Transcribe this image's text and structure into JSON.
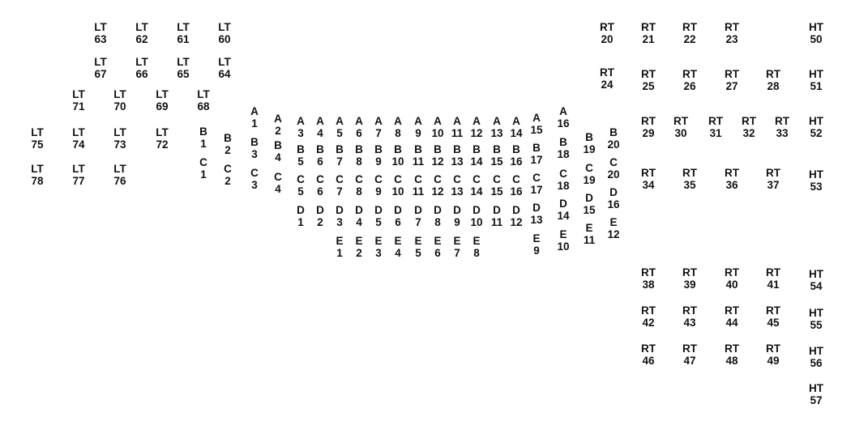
{
  "colors": {
    "background": "#ffffff",
    "text": "#111111"
  },
  "seats": {
    "lt60": {
      "row": "LT",
      "num": "60"
    },
    "lt61": {
      "row": "LT",
      "num": "61"
    },
    "lt62": {
      "row": "LT",
      "num": "62"
    },
    "lt63": {
      "row": "LT",
      "num": "63"
    },
    "lt64": {
      "row": "LT",
      "num": "64"
    },
    "lt65": {
      "row": "LT",
      "num": "65"
    },
    "lt66": {
      "row": "LT",
      "num": "66"
    },
    "lt67": {
      "row": "LT",
      "num": "67"
    },
    "lt68": {
      "row": "LT",
      "num": "68"
    },
    "lt69": {
      "row": "LT",
      "num": "69"
    },
    "lt70": {
      "row": "LT",
      "num": "70"
    },
    "lt71": {
      "row": "LT",
      "num": "71"
    },
    "lt72": {
      "row": "LT",
      "num": "72"
    },
    "lt73": {
      "row": "LT",
      "num": "73"
    },
    "lt74": {
      "row": "LT",
      "num": "74"
    },
    "lt75": {
      "row": "LT",
      "num": "75"
    },
    "lt76": {
      "row": "LT",
      "num": "76"
    },
    "lt77": {
      "row": "LT",
      "num": "77"
    },
    "lt78": {
      "row": "LT",
      "num": "78"
    },
    "a1": {
      "row": "A",
      "num": "1"
    },
    "a2": {
      "row": "A",
      "num": "2"
    },
    "a3": {
      "row": "A",
      "num": "3"
    },
    "a4": {
      "row": "A",
      "num": "4"
    },
    "a5": {
      "row": "A",
      "num": "5"
    },
    "a6": {
      "row": "A",
      "num": "6"
    },
    "a7": {
      "row": "A",
      "num": "7"
    },
    "a8": {
      "row": "A",
      "num": "8"
    },
    "a9": {
      "row": "A",
      "num": "9"
    },
    "a10": {
      "row": "A",
      "num": "10"
    },
    "a11": {
      "row": "A",
      "num": "11"
    },
    "a12": {
      "row": "A",
      "num": "12"
    },
    "a13": {
      "row": "A",
      "num": "13"
    },
    "a14": {
      "row": "A",
      "num": "14"
    },
    "a15": {
      "row": "A",
      "num": "15"
    },
    "a16": {
      "row": "A",
      "num": "16"
    },
    "b1": {
      "row": "B",
      "num": "1"
    },
    "b2": {
      "row": "B",
      "num": "2"
    },
    "b3": {
      "row": "B",
      "num": "3"
    },
    "b4": {
      "row": "B",
      "num": "4"
    },
    "b5": {
      "row": "B",
      "num": "5"
    },
    "b6": {
      "row": "B",
      "num": "6"
    },
    "b7": {
      "row": "B",
      "num": "7"
    },
    "b8": {
      "row": "B",
      "num": "8"
    },
    "b9": {
      "row": "B",
      "num": "9"
    },
    "b10": {
      "row": "B",
      "num": "10"
    },
    "b11": {
      "row": "B",
      "num": "11"
    },
    "b12": {
      "row": "B",
      "num": "12"
    },
    "b13": {
      "row": "B",
      "num": "13"
    },
    "b14": {
      "row": "B",
      "num": "14"
    },
    "b15": {
      "row": "B",
      "num": "15"
    },
    "b16": {
      "row": "B",
      "num": "16"
    },
    "b17": {
      "row": "B",
      "num": "17"
    },
    "b18": {
      "row": "B",
      "num": "18"
    },
    "b19": {
      "row": "B",
      "num": "19"
    },
    "b20": {
      "row": "B",
      "num": "20"
    },
    "c1": {
      "row": "C",
      "num": "1"
    },
    "c2": {
      "row": "C",
      "num": "2"
    },
    "c3": {
      "row": "C",
      "num": "3"
    },
    "c4": {
      "row": "C",
      "num": "4"
    },
    "c5": {
      "row": "C",
      "num": "5"
    },
    "c6": {
      "row": "C",
      "num": "6"
    },
    "c7": {
      "row": "C",
      "num": "7"
    },
    "c8": {
      "row": "C",
      "num": "8"
    },
    "c9": {
      "row": "C",
      "num": "9"
    },
    "c10": {
      "row": "C",
      "num": "10"
    },
    "c11": {
      "row": "C",
      "num": "11"
    },
    "c12": {
      "row": "C",
      "num": "12"
    },
    "c13": {
      "row": "C",
      "num": "13"
    },
    "c14": {
      "row": "C",
      "num": "14"
    },
    "c15": {
      "row": "C",
      "num": "15"
    },
    "c16": {
      "row": "C",
      "num": "16"
    },
    "c17": {
      "row": "C",
      "num": "17"
    },
    "c18": {
      "row": "C",
      "num": "18"
    },
    "c19": {
      "row": "C",
      "num": "19"
    },
    "c20": {
      "row": "C",
      "num": "20"
    },
    "d1": {
      "row": "D",
      "num": "1"
    },
    "d2": {
      "row": "D",
      "num": "2"
    },
    "d3": {
      "row": "D",
      "num": "3"
    },
    "d4": {
      "row": "D",
      "num": "4"
    },
    "d5": {
      "row": "D",
      "num": "5"
    },
    "d6": {
      "row": "D",
      "num": "6"
    },
    "d7": {
      "row": "D",
      "num": "7"
    },
    "d8": {
      "row": "D",
      "num": "8"
    },
    "d9": {
      "row": "D",
      "num": "9"
    },
    "d10": {
      "row": "D",
      "num": "10"
    },
    "d11": {
      "row": "D",
      "num": "11"
    },
    "d12": {
      "row": "D",
      "num": "12"
    },
    "d13": {
      "row": "D",
      "num": "13"
    },
    "d14": {
      "row": "D",
      "num": "14"
    },
    "d15": {
      "row": "D",
      "num": "15"
    },
    "d16": {
      "row": "D",
      "num": "16"
    },
    "e1": {
      "row": "E",
      "num": "1"
    },
    "e2": {
      "row": "E",
      "num": "2"
    },
    "e3": {
      "row": "E",
      "num": "3"
    },
    "e4": {
      "row": "E",
      "num": "4"
    },
    "e5": {
      "row": "E",
      "num": "5"
    },
    "e6": {
      "row": "E",
      "num": "6"
    },
    "e7": {
      "row": "E",
      "num": "7"
    },
    "e8": {
      "row": "E",
      "num": "8"
    },
    "e9": {
      "row": "E",
      "num": "9"
    },
    "e10": {
      "row": "E",
      "num": "10"
    },
    "e11": {
      "row": "E",
      "num": "11"
    },
    "e12": {
      "row": "E",
      "num": "12"
    },
    "rt20": {
      "row": "RT",
      "num": "20"
    },
    "rt21": {
      "row": "RT",
      "num": "21"
    },
    "rt22": {
      "row": "RT",
      "num": "22"
    },
    "rt23": {
      "row": "RT",
      "num": "23"
    },
    "rt24": {
      "row": "RT",
      "num": "24"
    },
    "rt25": {
      "row": "RT",
      "num": "25"
    },
    "rt26": {
      "row": "RT",
      "num": "26"
    },
    "rt27": {
      "row": "RT",
      "num": "27"
    },
    "rt28": {
      "row": "RT",
      "num": "28"
    },
    "rt29": {
      "row": "RT",
      "num": "29"
    },
    "rt30": {
      "row": "RT",
      "num": "30"
    },
    "rt31": {
      "row": "RT",
      "num": "31"
    },
    "rt32": {
      "row": "RT",
      "num": "32"
    },
    "rt33": {
      "row": "RT",
      "num": "33"
    },
    "rt34": {
      "row": "RT",
      "num": "34"
    },
    "rt35": {
      "row": "RT",
      "num": "35"
    },
    "rt36": {
      "row": "RT",
      "num": "36"
    },
    "rt37": {
      "row": "RT",
      "num": "37"
    },
    "rt38": {
      "row": "RT",
      "num": "38"
    },
    "rt39": {
      "row": "RT",
      "num": "39"
    },
    "rt40": {
      "row": "RT",
      "num": "40"
    },
    "rt41": {
      "row": "RT",
      "num": "41"
    },
    "rt42": {
      "row": "RT",
      "num": "42"
    },
    "rt43": {
      "row": "RT",
      "num": "43"
    },
    "rt44": {
      "row": "RT",
      "num": "44"
    },
    "rt45": {
      "row": "RT",
      "num": "45"
    },
    "rt46": {
      "row": "RT",
      "num": "46"
    },
    "rt47": {
      "row": "RT",
      "num": "47"
    },
    "rt48": {
      "row": "RT",
      "num": "48"
    },
    "rt49": {
      "row": "RT",
      "num": "49"
    },
    "ht50": {
      "row": "HT",
      "num": "50"
    },
    "ht51": {
      "row": "HT",
      "num": "51"
    },
    "ht52": {
      "row": "HT",
      "num": "52"
    },
    "ht53": {
      "row": "HT",
      "num": "53"
    },
    "ht54": {
      "row": "HT",
      "num": "54"
    },
    "ht55": {
      "row": "HT",
      "num": "55"
    },
    "ht56": {
      "row": "HT",
      "num": "56"
    },
    "ht57": {
      "row": "HT",
      "num": "57"
    }
  }
}
